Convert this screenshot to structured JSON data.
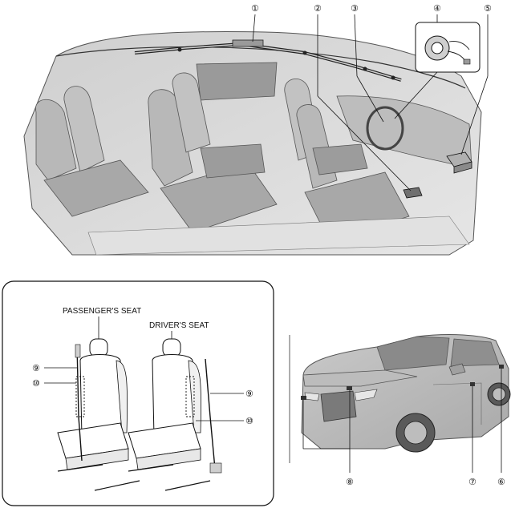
{
  "callouts": {
    "c1": "①",
    "c2": "②",
    "c3": "③",
    "c4": "④",
    "c5": "⑤",
    "c6": "⑥",
    "c7": "⑦",
    "c8": "⑧",
    "c9a": "⑨",
    "c9b": "⑨",
    "c10a": "⑩",
    "c10b": "⑩"
  },
  "seat_panel": {
    "passenger_label": "PASSENGER'S SEAT",
    "driver_label": "DRIVER'S SEAT"
  },
  "colors": {
    "line": "#111111",
    "body_fill": "#d9d9d9",
    "shade_fill": "#b3b3b3",
    "dark_fill": "#8a8a8a",
    "component_fill": "#9a9a9a"
  }
}
